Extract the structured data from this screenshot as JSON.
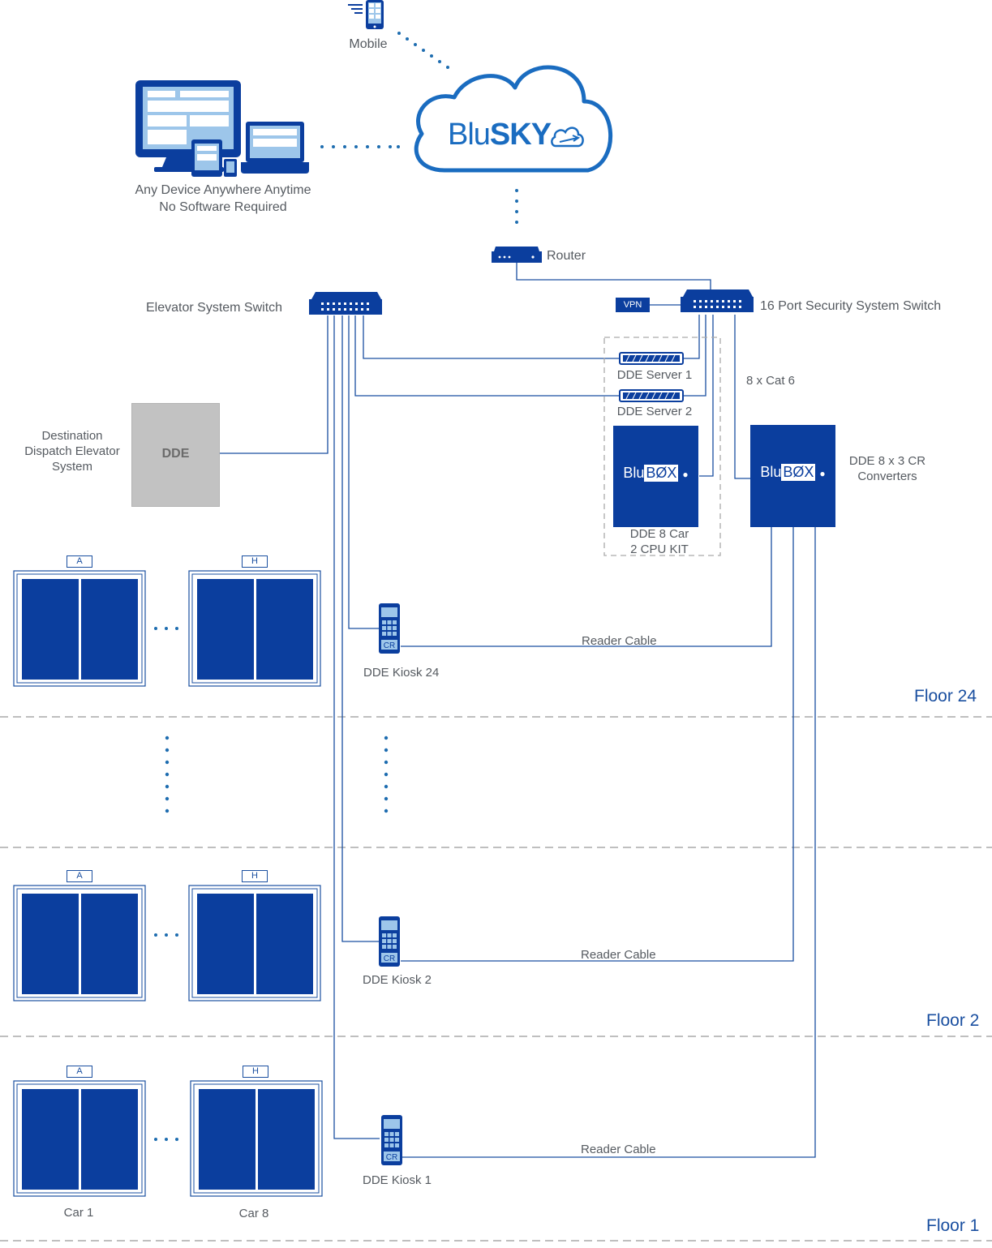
{
  "mobile": {
    "label": "Mobile"
  },
  "devices": {
    "line1": "Any Device Anywhere Anytime",
    "line2": "No Software Required"
  },
  "cloud": {
    "brand_prefix": "Blu",
    "brand_suffix": "SKY"
  },
  "router": {
    "label": "Router"
  },
  "elevator_switch": {
    "label": "Elevator System  Switch"
  },
  "security_switch": {
    "label": "16 Port Security System Switch"
  },
  "vpn": {
    "label": "VPN"
  },
  "servers": [
    {
      "label": "DDE Server 1"
    },
    {
      "label": "DDE Server 2"
    }
  ],
  "cat6": {
    "label": "8 x Cat 6"
  },
  "dde_system": {
    "line1": "Destination",
    "line2": "Dispatch Elevator",
    "line3": "System",
    "box_label": "DDE"
  },
  "blubox": {
    "prefix": "Blu",
    "mark": "BØX"
  },
  "kit": {
    "line1": "DDE 8 Car",
    "line2": "2 CPU KIT"
  },
  "converters": {
    "line1": "DDE 8 x 3 CR",
    "line2": "Converters"
  },
  "kiosks": [
    {
      "label": "DDE Kiosk 24",
      "cable": "Reader Cable",
      "reader": "CR"
    },
    {
      "label": "DDE Kiosk 2",
      "cable": "Reader Cable",
      "reader": "CR"
    },
    {
      "label": "DDE Kiosk 1",
      "cable": "Reader Cable",
      "reader": "CR"
    }
  ],
  "elevators": {
    "car_a_tag": "A",
    "car_h_tag": "H",
    "car_first": "Car 1",
    "car_last": "Car 8"
  },
  "floors": [
    {
      "label": "Floor 24"
    },
    {
      "label": "Floor 2"
    },
    {
      "label": "Floor 1"
    }
  ],
  "colors": {
    "primary": "#0b3e9e",
    "line": "#1a4fa0",
    "dots": "#1e6db0",
    "grey_box": "#c2c2c2",
    "text": "#555a60"
  }
}
